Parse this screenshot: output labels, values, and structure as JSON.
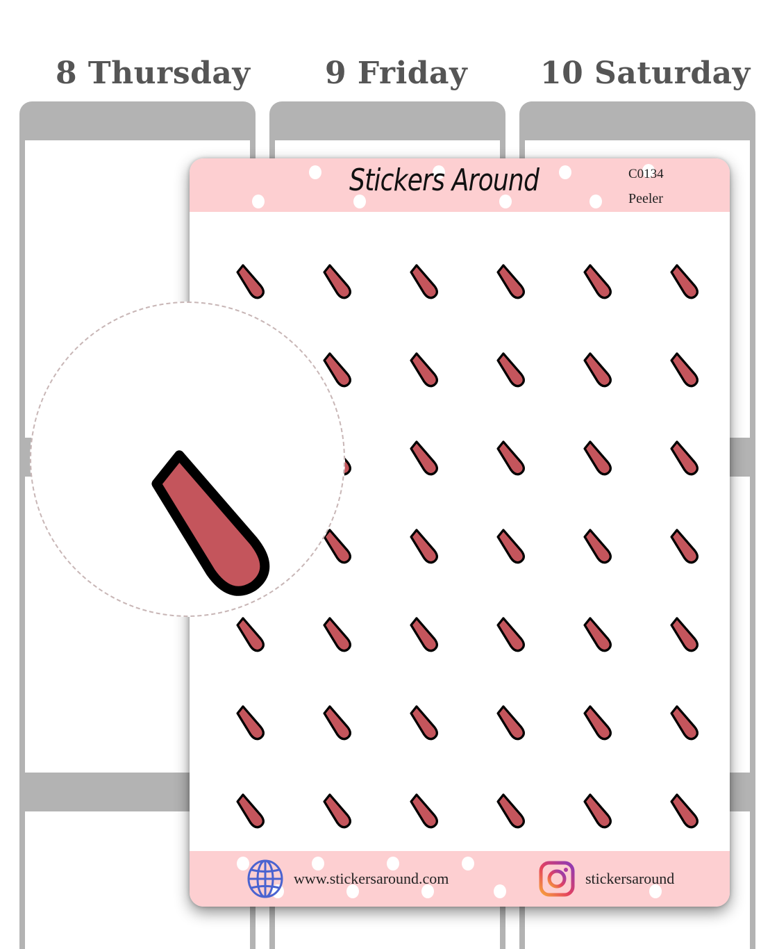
{
  "planner": {
    "days": [
      {
        "label": "8 Thursday"
      },
      {
        "label": "9 Friday"
      },
      {
        "label": "10 Saturday"
      }
    ]
  },
  "sticker_sheet": {
    "brand": "Stickers Around",
    "code": "C0134",
    "name": "Peeler",
    "icon": "vegetable-peeler-icon",
    "rows": 7,
    "columns": 6,
    "colors": {
      "header_footer": "#fdcfd1",
      "peeler_blade": "#a8bccd",
      "peeler_blade_light": "#d2e1ea",
      "peeler_handle": "#c4555c",
      "outline": "#000000"
    },
    "footer": {
      "website_icon": "globe-icon",
      "website": "www.stickersaround.com",
      "social_icon": "instagram-icon",
      "social": "stickersaround"
    }
  },
  "magnifier": {
    "icon": "vegetable-peeler-icon",
    "border_color": "#c8b6b6"
  }
}
